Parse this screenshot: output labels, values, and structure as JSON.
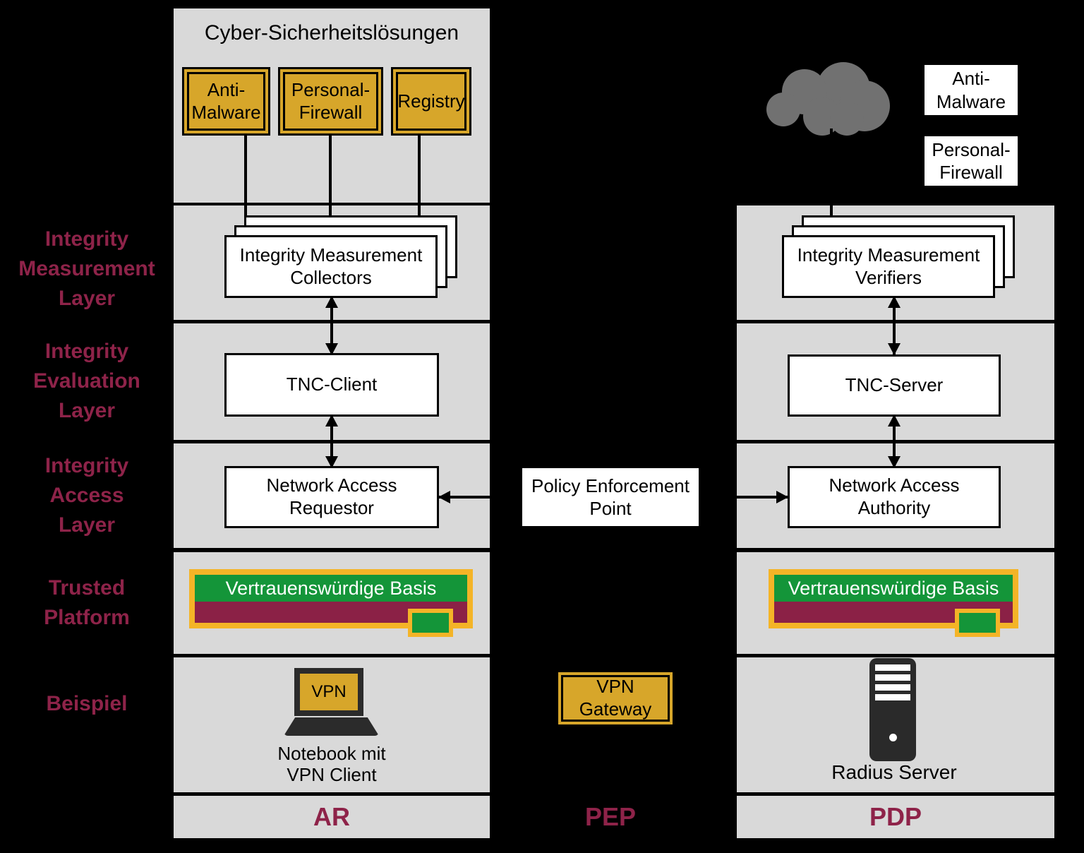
{
  "colors": {
    "panel_gray": "#d9d9d9",
    "gold": "#d7a62a",
    "gold_frame": "#f4b427",
    "green": "#149539",
    "maroon_band": "#8b2146",
    "label_maroon": "#8e2349",
    "cloud_gray": "#717171",
    "device_dark": "#2b2b2b"
  },
  "layers": {
    "measurement": {
      "lines": [
        "Integrity",
        "Measurement",
        "Layer"
      ]
    },
    "evaluation": {
      "lines": [
        "Integrity",
        "Evaluation",
        "Layer"
      ]
    },
    "access": {
      "lines": [
        "Integrity",
        "Access",
        "Layer"
      ]
    },
    "trusted": {
      "lines": [
        "Trusted",
        "Platform"
      ]
    },
    "beispiel": {
      "label": "Beispiel"
    }
  },
  "ar": {
    "security": {
      "title": "Cyber-Sicherheitslösungen",
      "anti_malware": {
        "lines": [
          "Anti-",
          "Malware"
        ]
      },
      "personal_firewall": {
        "lines": [
          "Personal-",
          "Firewall"
        ]
      },
      "registry": {
        "label": "Registry"
      }
    },
    "imc": {
      "lines": [
        "Integrity Measurement",
        "Collectors"
      ]
    },
    "tnc_client": {
      "label": "TNC-Client"
    },
    "nar": {
      "lines": [
        "Network Access",
        "Requestor"
      ]
    },
    "trusted_base": {
      "label": "Vertrauenswürdige Basis"
    },
    "example": {
      "screen_label": "VPN",
      "caption": {
        "lines": [
          "Notebook mit",
          "VPN Client"
        ]
      }
    },
    "footer": {
      "label": "AR"
    }
  },
  "pep": {
    "box": {
      "lines": [
        "Policy Enforcement",
        "Point"
      ]
    },
    "gateway": {
      "lines": [
        "VPN",
        "Gateway"
      ]
    },
    "footer": {
      "label": "PEP"
    }
  },
  "pdp": {
    "anti_malware": {
      "lines": [
        "Anti-",
        "Malware"
      ]
    },
    "personal_firewall": {
      "lines": [
        "Personal-",
        "Firewall"
      ]
    },
    "imv": {
      "lines": [
        "Integrity Measurement",
        "Verifiers"
      ]
    },
    "tnc_server": {
      "label": "TNC-Server"
    },
    "naa": {
      "lines": [
        "Network Access",
        "Authority"
      ]
    },
    "trusted_base": {
      "label": "Vertrauenswürdige Basis"
    },
    "example": {
      "caption": "Radius Server"
    },
    "footer": {
      "label": "PDP"
    }
  }
}
